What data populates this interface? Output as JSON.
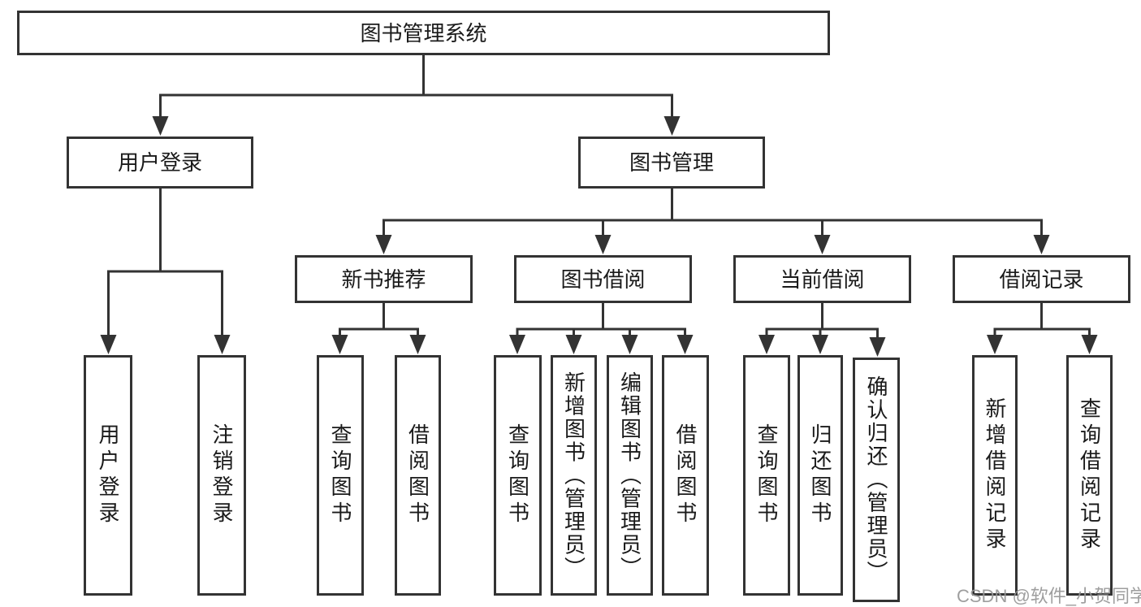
{
  "tree": {
    "label": "图书管理系统",
    "children": [
      {
        "label": "用户登录",
        "children": [
          {
            "label": "用户登录"
          },
          {
            "label": "注销登录"
          }
        ]
      },
      {
        "label": "图书管理",
        "children": [
          {
            "label": "新书推荐",
            "children": [
              {
                "label": "查询图书"
              },
              {
                "label": "借阅图书"
              }
            ]
          },
          {
            "label": "图书借阅",
            "children": [
              {
                "label": "查询图书"
              },
              {
                "label": "新增图书（管理员）"
              },
              {
                "label": "编辑图书（管理员）"
              },
              {
                "label": "借阅图书"
              }
            ]
          },
          {
            "label": "当前借阅",
            "children": [
              {
                "label": "查询图书"
              },
              {
                "label": "归还图书"
              },
              {
                "label": "确认归还（管理员）"
              }
            ]
          },
          {
            "label": "借阅记录",
            "children": [
              {
                "label": "新增借阅记录"
              },
              {
                "label": "查询借阅记录"
              }
            ]
          }
        ]
      }
    ]
  },
  "watermark": "CSDN @软件_小贺同学"
}
